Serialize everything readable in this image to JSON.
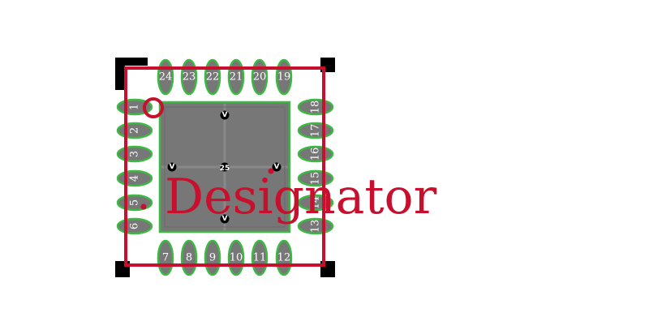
{
  "footprint": {
    "pins_top": [
      "24",
      "23",
      "22",
      "21",
      "20",
      "19"
    ],
    "pins_bottom": [
      "7",
      "8",
      "9",
      "10",
      "11",
      "12"
    ],
    "pins_left": [
      "1",
      "2",
      "3",
      "4",
      "5",
      "6"
    ],
    "pins_right": [
      "18",
      "17",
      "16",
      "15",
      "14",
      "13"
    ],
    "thermal_pad_label": "25",
    "via_label": "V",
    "designator": "Designator"
  },
  "colors": {
    "silkscreen": "#c8102e",
    "pad_fill": "#777777",
    "pad_outline": "#3cb843",
    "courtyard_corner": "#000000",
    "label": "#ffffff"
  }
}
